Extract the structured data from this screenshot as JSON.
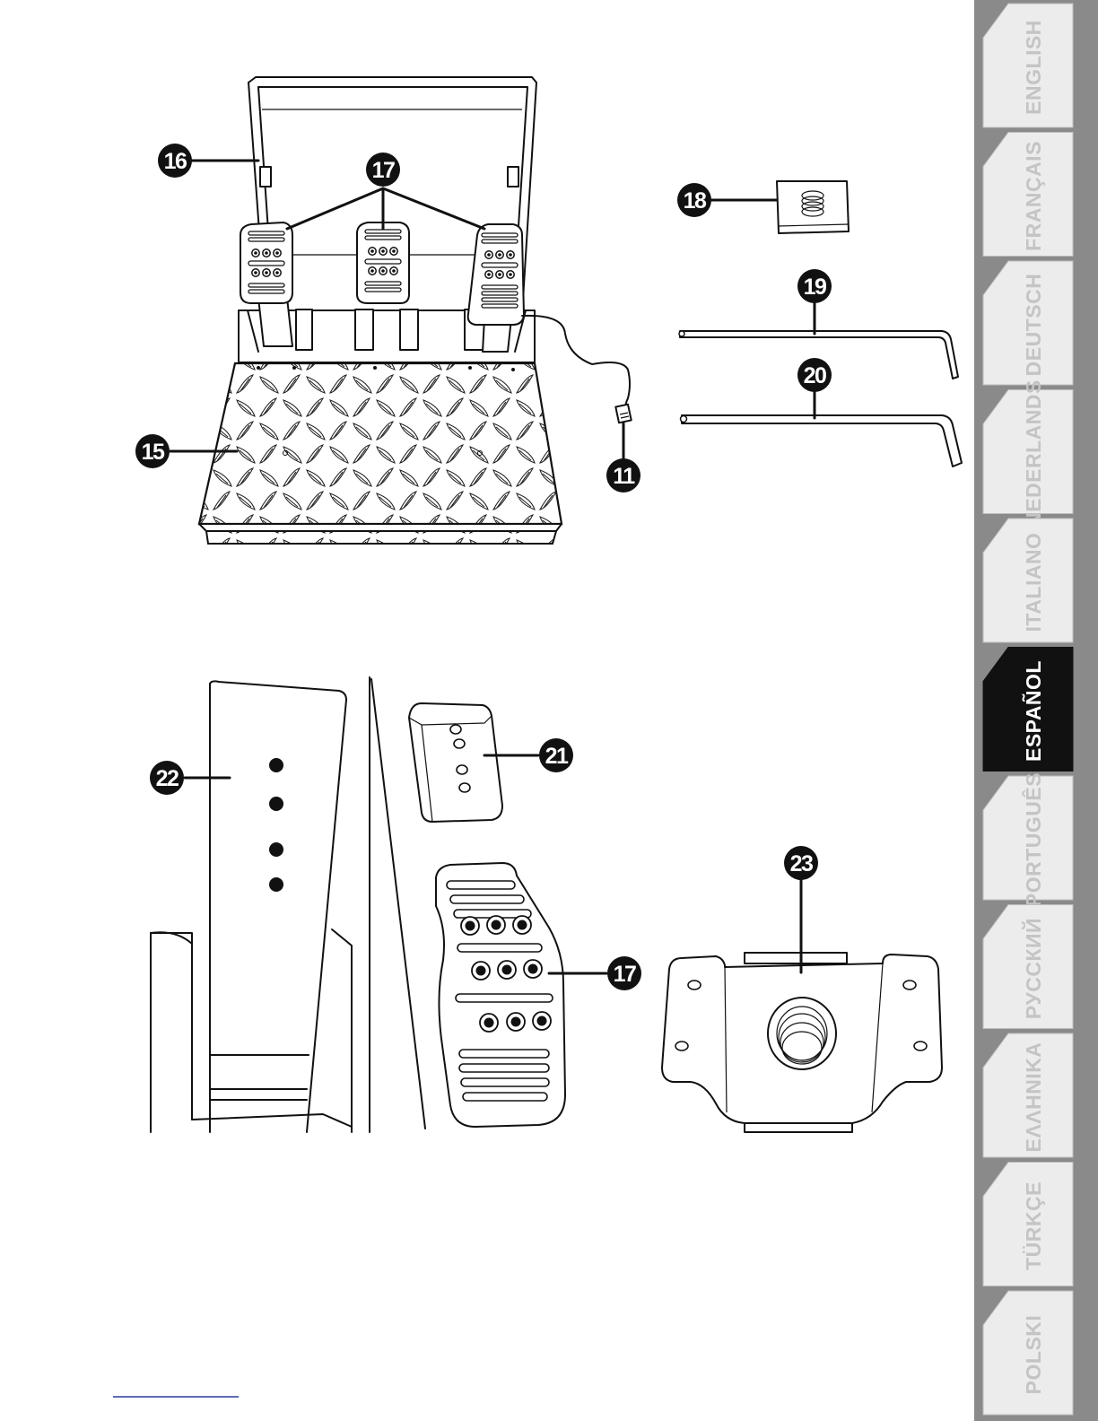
{
  "callouts": [
    {
      "id": "c16",
      "label": "16"
    },
    {
      "id": "c17a",
      "label": "17"
    },
    {
      "id": "c18",
      "label": "18"
    },
    {
      "id": "c19",
      "label": "19"
    },
    {
      "id": "c20",
      "label": "20"
    },
    {
      "id": "c15",
      "label": "15"
    },
    {
      "id": "c11",
      "label": "11"
    },
    {
      "id": "c21",
      "label": "21"
    },
    {
      "id": "c22",
      "label": "22"
    },
    {
      "id": "c23",
      "label": "23"
    },
    {
      "id": "c17b",
      "label": "17"
    }
  ],
  "language_tabs": [
    {
      "label": "ENGLISH",
      "active": false
    },
    {
      "label": "FRANÇAIS",
      "active": false
    },
    {
      "label": "DEUTSCH",
      "active": false
    },
    {
      "label": "NEDERLANDS",
      "active": false
    },
    {
      "label": "ITALIANO",
      "active": false
    },
    {
      "label": "ESPAÑOL",
      "active": true
    },
    {
      "label": "PORTUGUÊS",
      "active": false
    },
    {
      "label": "РУССКИЙ",
      "active": false
    },
    {
      "label": "ΕΛΛΗΝΙΚΑ",
      "active": false
    },
    {
      "label": "TÜRKÇE",
      "active": false
    },
    {
      "label": "POLSKI",
      "active": false
    }
  ],
  "colors": {
    "tab_strip": "#8a8a8a",
    "tab_inactive": "#ececec",
    "tab_inactive_text": "#c4c4c4",
    "tab_active": "#111111",
    "tab_active_text": "#ffffff",
    "footer_rule": "#2b3d9e"
  }
}
